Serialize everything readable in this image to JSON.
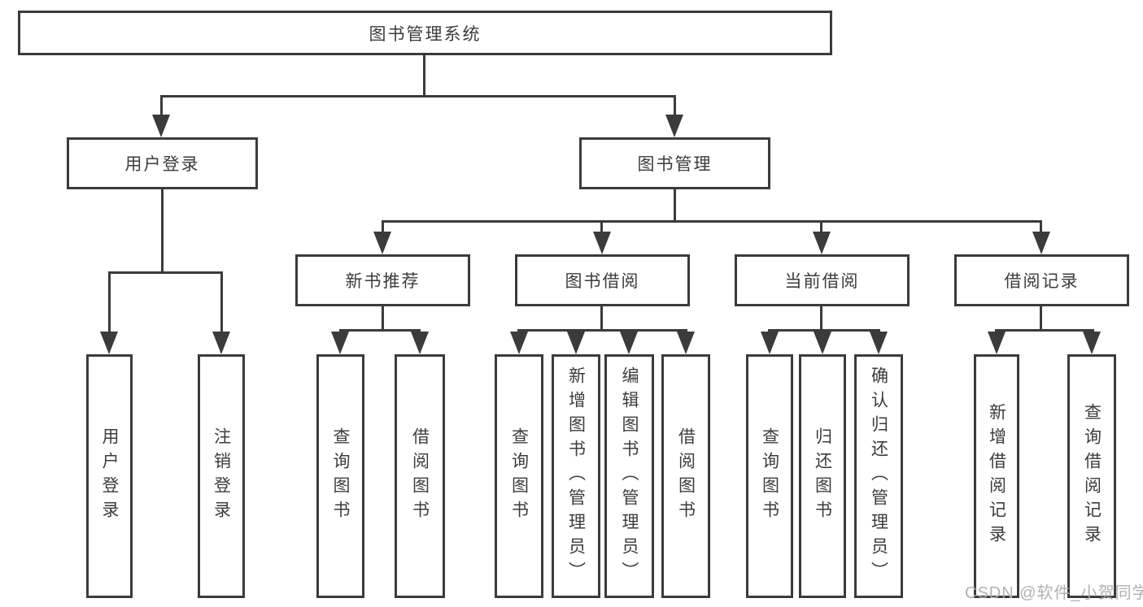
{
  "diagram_title": "图书管理系统",
  "watermark": "CSDN @软件_小贺同学",
  "colors": {
    "line": "#3b3b3b",
    "text": "#3c3c3c",
    "box_background": "#ffffff",
    "page_background": "#ffffff",
    "watermark": "#adadad"
  },
  "nodes": {
    "root": {
      "label": "图书管理系统"
    },
    "level2": [
      {
        "label": "用户登录"
      },
      {
        "label": "图书管理"
      }
    ],
    "level3": [
      {
        "label": "新书推荐"
      },
      {
        "label": "图书借阅"
      },
      {
        "label": "当前借阅"
      },
      {
        "label": "借阅记录"
      }
    ],
    "leaves_user_login": [
      {
        "label": "用户登录"
      },
      {
        "label": "注销登录"
      }
    ],
    "leaves_new_book_recommend": [
      {
        "label": "查询图书"
      },
      {
        "label": "借阅图书"
      }
    ],
    "leaves_book_borrow": [
      {
        "label": "查询图书"
      },
      {
        "label": "新增图书（管理员）"
      },
      {
        "label": "编辑图书（管理员）"
      },
      {
        "label": "借阅图书"
      }
    ],
    "leaves_current_borrow": [
      {
        "label": "查询图书"
      },
      {
        "label": "归还图书"
      },
      {
        "label": "确认归还（管理员）"
      }
    ],
    "leaves_borrow_record": [
      {
        "label": "新增借阅记录"
      },
      {
        "label": "查询借阅记录"
      }
    ]
  }
}
